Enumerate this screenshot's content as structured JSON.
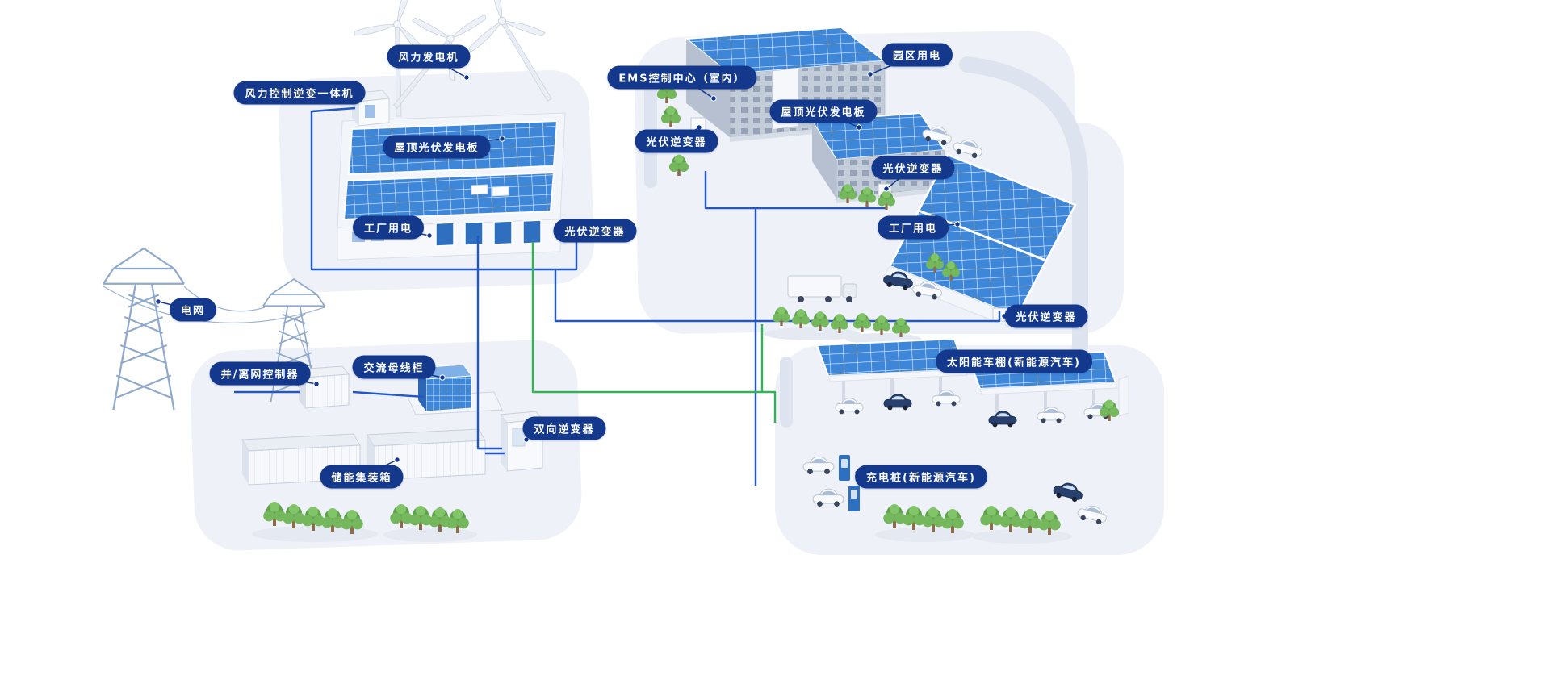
{
  "diagram": {
    "labels": {
      "wind_turbine": "风力发电机",
      "wind_control_inverter": "风力控制逆变一体机",
      "rooftop_pv_left": "屋顶光伏发电板",
      "factory_power_left": "工厂用电",
      "pv_inverter_left": "光伏逆变器",
      "power_grid": "电网",
      "grid_controller": "并/离网控制器",
      "ac_busbar": "交流母线柜",
      "bidirectional_inverter": "双向逆变器",
      "storage_container": "储能集装箱",
      "ems_center": "EMS控制中心（室内）",
      "park_power": "园区用电",
      "rooftop_pv_right": "屋顶光伏发电板",
      "pv_inverter_ems": "光伏逆变器",
      "pv_inverter_campus": "光伏逆变器",
      "factory_power_right": "工厂用电",
      "pv_inverter_carport": "光伏逆变器",
      "solar_carport": "太阳能车棚(新能源汽车)",
      "charging_pile": "充电桩(新能源汽车)"
    },
    "colors": {
      "label_bg": "#14398c",
      "label_text": "#ffffff",
      "panel_blue": "#3e86d8",
      "line_blue": "#2257c9",
      "line_green": "#2eb554",
      "ground": "#eef1f8"
    }
  }
}
